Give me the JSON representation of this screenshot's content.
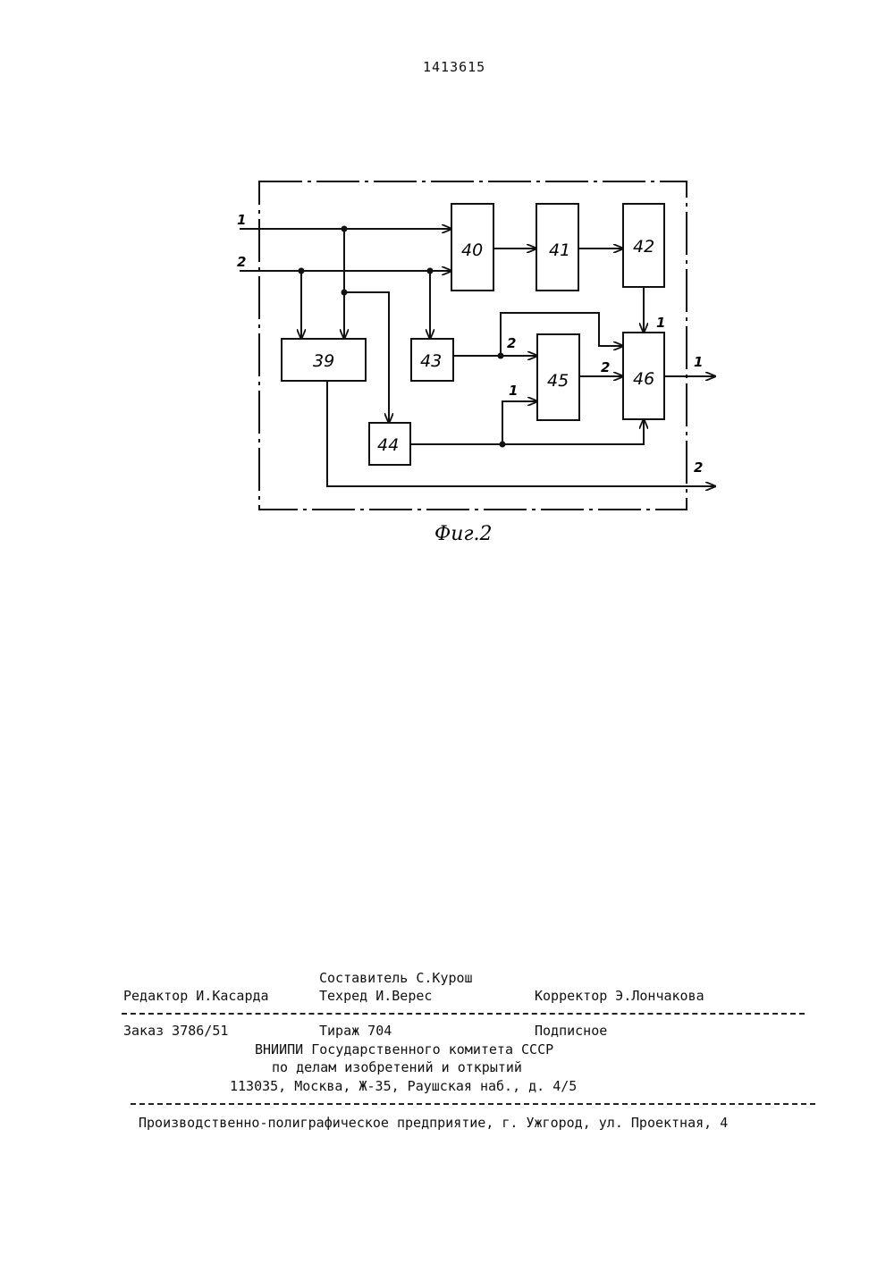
{
  "header": {
    "patent_number": "1413615"
  },
  "figure": {
    "caption": "Фиг.2",
    "blocks": {
      "b39": "39",
      "b40": "40",
      "b41": "41",
      "b42": "42",
      "b43": "43",
      "b44": "44",
      "b45": "45",
      "b46": "46"
    },
    "inputs": {
      "in1": "1",
      "in2": "2"
    },
    "outputs": {
      "out1": "1",
      "out2": "2"
    },
    "pins": {
      "b46_in1": "1",
      "b46_in2": "2",
      "b45_in2": "2",
      "b45_in1": "1"
    }
  },
  "colophon": {
    "compiler": "Составитель С.Курош",
    "editor": "Редактор И.Касарда",
    "techred": "Техред И.Верес",
    "corrector": "Корректор Э.Лончакова",
    "order": "Заказ 3786/51",
    "circulation": "Тираж 704",
    "subscription": "Подписное",
    "org_line1": "ВНИИПИ Государственного комитета СССР",
    "org_line2": "по делам изобретений и открытий",
    "org_address": "113035, Москва, Ж-35, Раушская наб., д. 4/5",
    "printer": "Производственно-полиграфическое предприятие, г. Ужгород, ул. Проектная, 4"
  }
}
